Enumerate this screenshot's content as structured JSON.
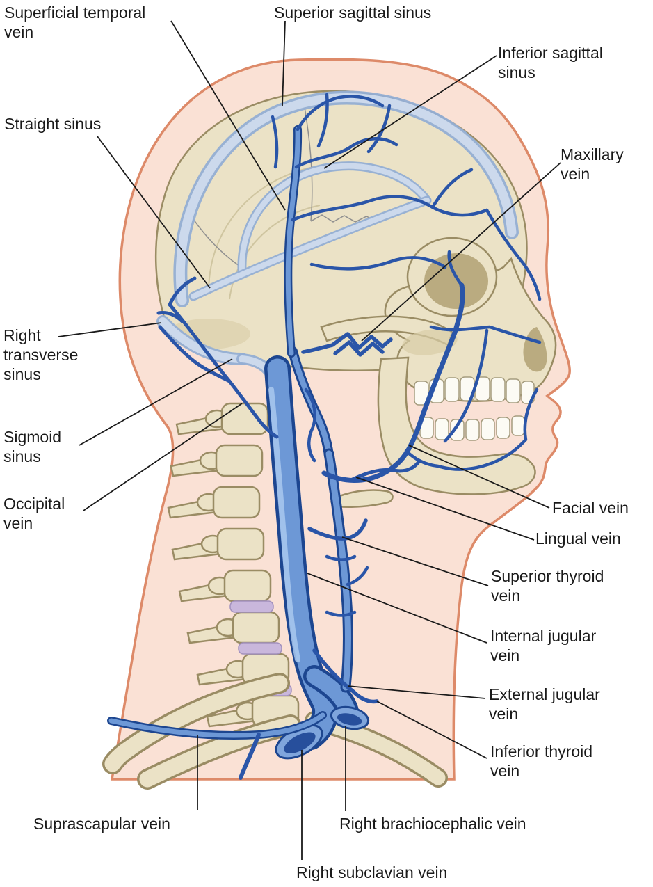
{
  "labels": {
    "superficial_temporal_vein": "Superficial temporal\nvein",
    "superior_sagittal_sinus": "Superior sagittal sinus",
    "inferior_sagittal_sinus": "Inferior sagittal\nsinus",
    "straight_sinus": "Straight sinus",
    "maxillary_vein": "Maxillary\nvein",
    "right_transverse_sinus": "Right\ntransverse\nsinus",
    "sigmoid_sinus": "Sigmoid\nsinus",
    "occipital_vein": "Occipital\nvein",
    "facial_vein": "Facial vein",
    "lingual_vein": "Lingual vein",
    "superior_thyroid_vein": "Superior thyroid\nvein",
    "internal_jugular_vein": "Internal jugular\nvein",
    "external_jugular_vein": "External jugular\nvein",
    "inferior_thyroid_vein": "Inferior thyroid\nvein",
    "suprascapular_vein": "Suprascapular vein",
    "right_brachiocephalic_vein": "Right brachiocephalic vein",
    "right_subclavian_vein": "Right subclavian vein"
  },
  "colors": {
    "background": "#ffffff",
    "skin": "#fae1d5",
    "skin_outline": "#dd8a69",
    "bone": "#ebe2c6",
    "bone_outline": "#9a8c64",
    "vein_fill": "#6d98d6",
    "vein_dark": "#1d4690",
    "vein_branch": "#2a55a8",
    "sinus_band": "#ccd9ec",
    "disc": "#c9b7dc",
    "label_text": "#1a1a1a",
    "leader_line": "#1a1a1a"
  }
}
